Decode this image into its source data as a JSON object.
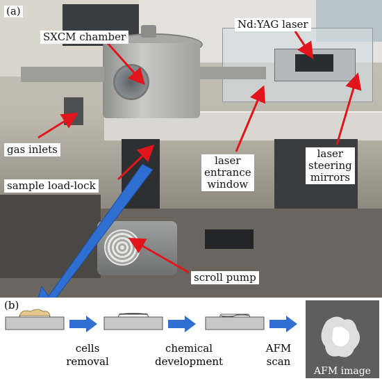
{
  "panel_a": {
    "label": "(a)",
    "annotations": {
      "sxcm_chamber": "SXCM chamber",
      "nd_yag_laser": "Nd:YAG laser",
      "gas_inlets": "gas inlets",
      "laser_entrance_window": "laser\nentrance\nwindow",
      "laser_steering_mirrors": "laser\nsteering\nmirrors",
      "sample_load_lock": "sample load-lock",
      "scroll_pump": "scroll pump"
    },
    "colors": {
      "arrow": "#e0161c",
      "process_arrow": "#2f6fd1",
      "label_bg": "#ffffff"
    }
  },
  "panel_b": {
    "label": "(b)",
    "steps": {
      "cells_removal": "cells\nremoval",
      "chemical_development": "chemical\ndevelopment",
      "afm_scan": "AFM\nscan",
      "afm_image": "AFM image"
    }
  }
}
